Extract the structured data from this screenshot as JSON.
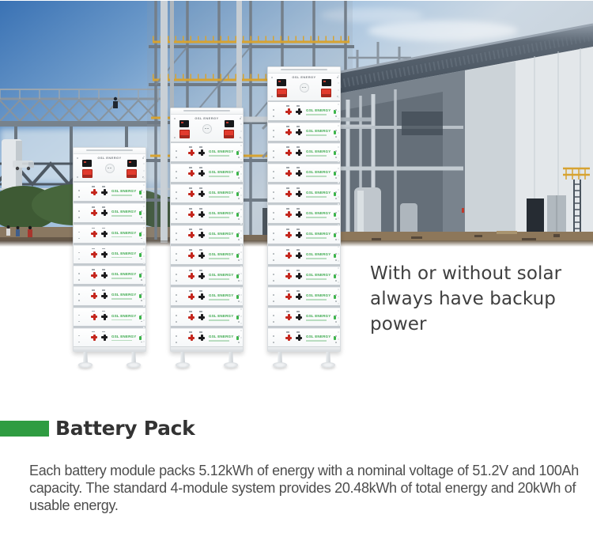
{
  "hero": {
    "tagline_line1": "With or without solar",
    "tagline_line2": "always have backup power",
    "brand_label": "GSL ENERGY",
    "racks": [
      {
        "name": "small-rack",
        "modules": 8
      },
      {
        "name": "medium-rack",
        "modules": 10
      },
      {
        "name": "large-rack",
        "modules": 12
      }
    ]
  },
  "section": {
    "title": "Battery Pack",
    "paragraph": "Each battery module packs 5.12kWh of energy with a nominal voltage of 51.2V and 100Ah capacity. The standard 4-module system provides 20.48kWh of total energy and 20kWh of usable energy."
  },
  "colors": {
    "accent_green": "#2f9c41",
    "module_label_green": "#3aa94b",
    "terminal_red": "#c4261d",
    "terminal_black": "#1c1c1e",
    "heading_text": "#333333",
    "body_text": "#4d4d4d",
    "tagline_text": "#3f3f3f"
  }
}
